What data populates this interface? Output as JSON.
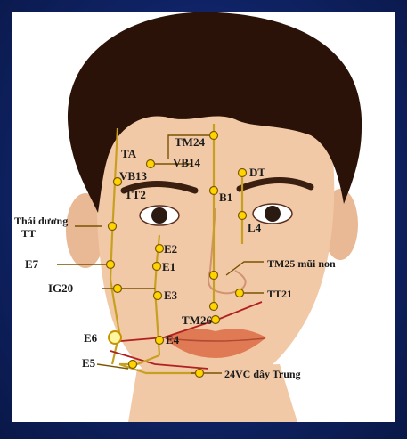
{
  "labels": {
    "tm24": "TM24",
    "vb14": "VB14",
    "ta": "TA",
    "vb13": "VB13",
    "dt": "DT",
    "tt2": "TT2",
    "bl1": "B1",
    "e7": "E7",
    "tt": "TT",
    "e2": "E2",
    "e1": "E1",
    "e3": "E3",
    "e6": "E6",
    "e4": "E4",
    "ig20": "IG20",
    "tm26": "TM26",
    "e5": "E5",
    "tm25": "TM25 mũi non",
    "thaiduong": "Thái dương",
    "tt21": "TT21",
    "l4": "L4",
    "tm24b": "24VC dây Trung"
  },
  "colors": {
    "hair": "#2a1208",
    "skin": "#f2c9a6",
    "skin_shadow": "#e2a985",
    "lips": "#e07a55",
    "eye": "#2b1a12",
    "brow": "#3a1e10",
    "point": "#ffd400",
    "meridian": "#c8a020",
    "background": "#0f2366"
  },
  "icons": [
    "acupoint-dot-icon"
  ]
}
